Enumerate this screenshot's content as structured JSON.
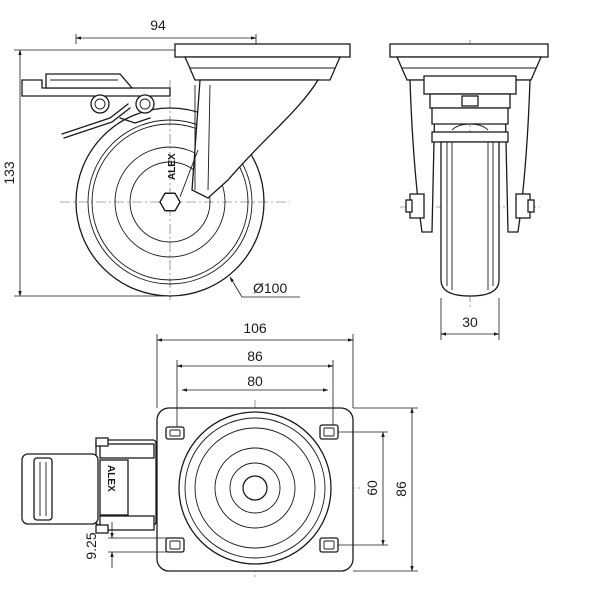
{
  "dimensions": {
    "mount_offset": "94",
    "height": "133",
    "wheel_diameter": "Ø100",
    "wheel_width": "30",
    "plate_width": "106",
    "hole_spacing_outer": "86",
    "hole_spacing_inner": "80",
    "hole_spacing_short": "60",
    "plate_depth": "86",
    "slot_width": "9.25"
  },
  "labels": {
    "brand_side": "ALEX",
    "brand_top": "ALEX"
  }
}
